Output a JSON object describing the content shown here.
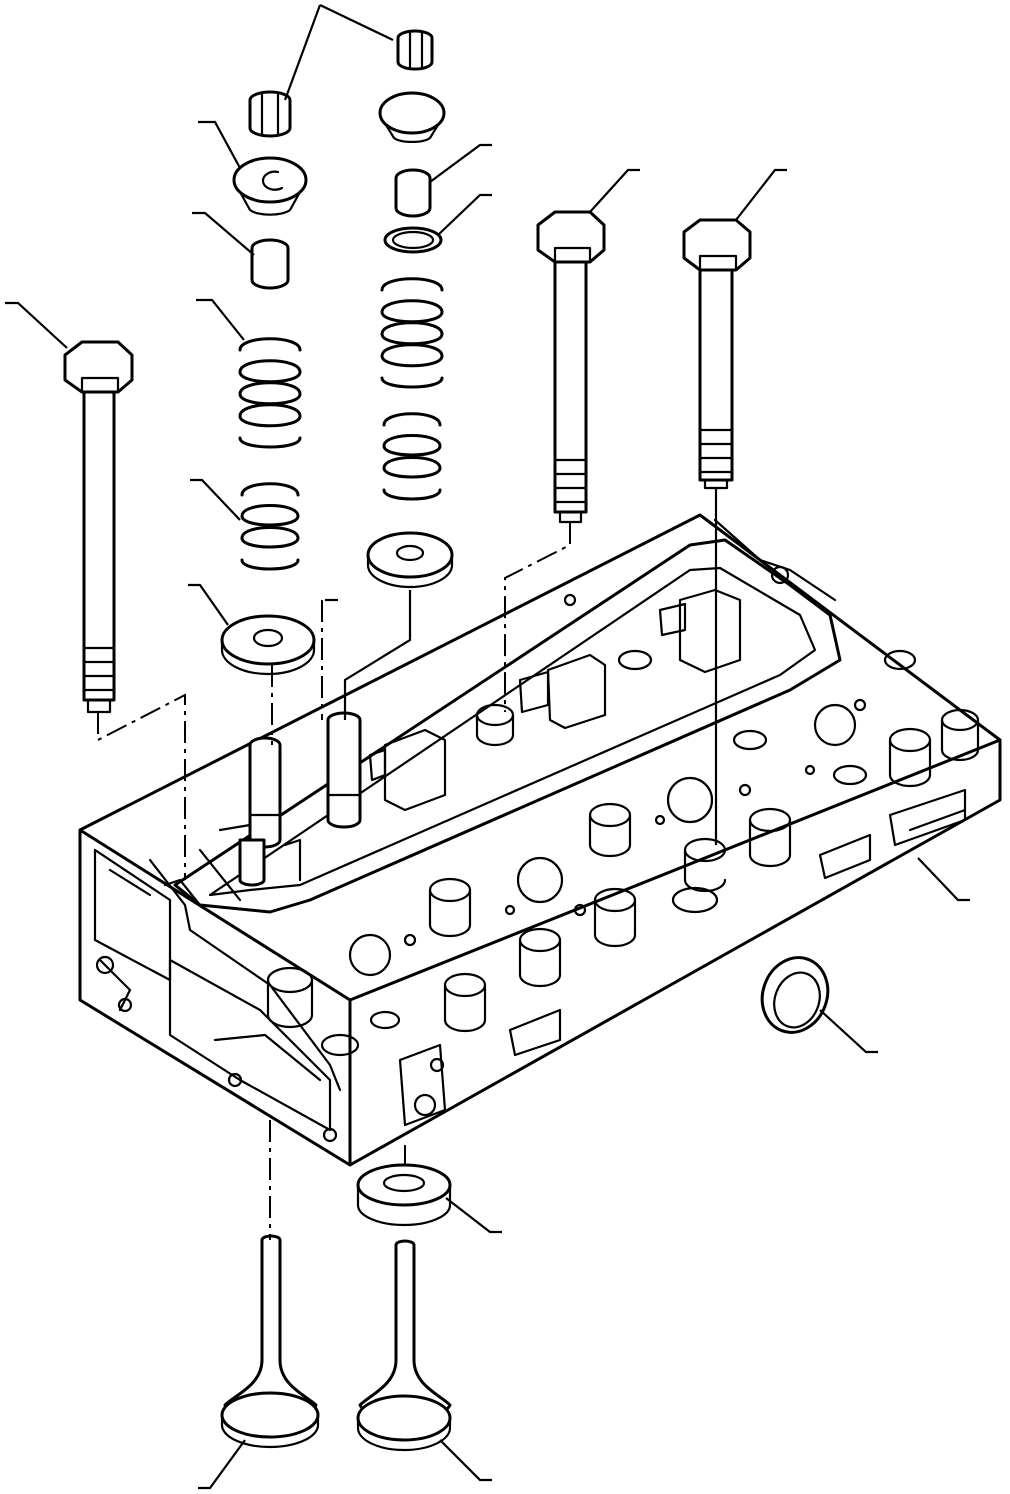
{
  "diagram": {
    "parts": [
      {
        "name": "cylinder-head"
      },
      {
        "name": "head-bolt"
      },
      {
        "name": "valve-keeper"
      },
      {
        "name": "spring-retainer"
      },
      {
        "name": "valve-stem-seal"
      },
      {
        "name": "o-ring"
      },
      {
        "name": "outer-valve-spring"
      },
      {
        "name": "inner-valve-spring"
      },
      {
        "name": "spring-seat"
      },
      {
        "name": "valve-guide"
      },
      {
        "name": "intake-valve"
      },
      {
        "name": "exhaust-valve"
      },
      {
        "name": "valve-seat-insert"
      },
      {
        "name": "expansion-plug"
      },
      {
        "name": "dowel-pin"
      }
    ],
    "callouts_printed": false
  }
}
